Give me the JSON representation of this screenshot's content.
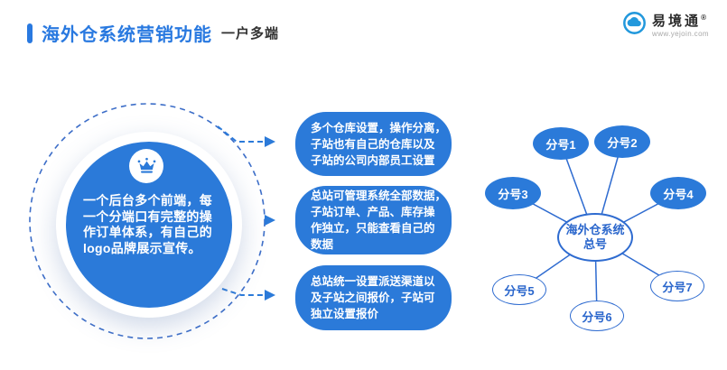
{
  "colors": {
    "primary_blue": "#2B7AD9",
    "title_blue": "#2979E0",
    "logo_blue": "#2298DC",
    "dashed_circle_stroke": "#3D6EC8",
    "network_line": "#2E6BD0",
    "dark_text": "#333333",
    "url_gray": "#A8A8A8"
  },
  "header": {
    "title": "海外仓系统营销功能",
    "subtitle": "一户多端"
  },
  "logo": {
    "name": "易境通",
    "reg_mark": "®",
    "url": "www.yejoin.com",
    "icon": "cloud-logo-icon"
  },
  "hero": {
    "icon": "crown-icon",
    "lines": {
      "l1": "一个后台多个前端，每",
      "l2": "一个分端口有完整的操",
      "l3": "作订单体系，有自己的",
      "l4": "logo品牌展示宣传。"
    }
  },
  "features": [
    {
      "lines": {
        "l1": "多个仓库设置，操作分离，",
        "l2": "子站也有自己的仓库以及",
        "l3": "子站的公司内部员工设置"
      }
    },
    {
      "lines": {
        "l1": "总站可管理系统全部数据，",
        "l2": "子站订单、产品、库存操",
        "l3": "作独立，只能查看自己的",
        "l4": "数据"
      }
    },
    {
      "lines": {
        "l1": "总站统一设置派送渠道以",
        "l2": "及子站之间报价，子站可",
        "l3": "独立设置报价"
      }
    }
  ],
  "network": {
    "center": {
      "line1": "海外仓系统",
      "line2": "总号"
    },
    "nodes": [
      {
        "label": "分号1"
      },
      {
        "label": "分号2"
      },
      {
        "label": "分号3"
      },
      {
        "label": "分号4"
      },
      {
        "label": "分号5"
      },
      {
        "label": "分号6"
      },
      {
        "label": "分号7"
      }
    ]
  }
}
